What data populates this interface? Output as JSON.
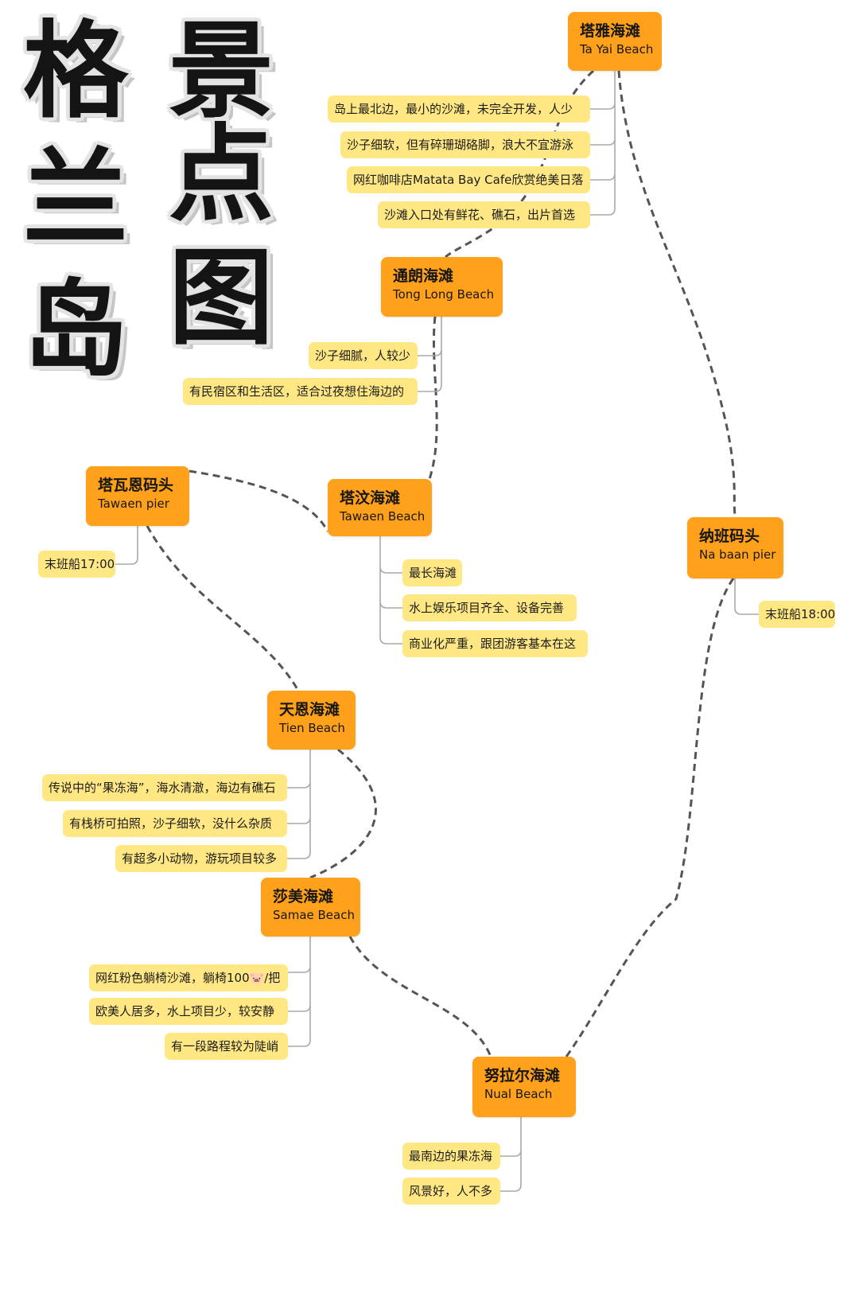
{
  "title": {
    "left_column": [
      "格",
      "兰",
      "岛"
    ],
    "right_column": [
      "景",
      "点",
      "图"
    ]
  },
  "colors": {
    "node": "#ffa11a",
    "note": "#ffe783",
    "path_line": "#555555",
    "branch_line": "#a9a9a9"
  },
  "nodes": {
    "tayai": {
      "cn": "塔雅海滩",
      "en": "Ta Yai Beach",
      "notes": [
        "岛上最北边，最小的沙滩，未完全开发，人少",
        "沙子细软，但有碎珊瑚硌脚，浪大不宜游泳",
        "网红咖啡店Matata Bay Cafe欣赏绝美日落",
        "沙滩入口处有鲜花、礁石，出片首选"
      ]
    },
    "tonglong": {
      "cn": "通朗海滩",
      "en": "Tong Long Beach",
      "notes": [
        "沙子细腻，人较少",
        "有民宿区和生活区，适合过夜想住海边的"
      ]
    },
    "tawaenpier": {
      "cn": "塔瓦恩码头",
      "en": "Tawaen pier",
      "notes": [
        "末班船17:00"
      ]
    },
    "tawaenbeach": {
      "cn": "塔汶海滩",
      "en": "Tawaen Beach",
      "notes": [
        "最长海滩",
        "水上娱乐项目齐全、设备完善",
        "商业化严重，跟团游客基本在这"
      ]
    },
    "nabaan": {
      "cn": "纳班码头",
      "en": "Na baan pier",
      "notes": [
        "末班船18:00"
      ]
    },
    "tien": {
      "cn": "天恩海滩",
      "en": "Tien Beach",
      "notes": [
        "传说中的“果冻海”，海水清澈，海边有礁石",
        "有栈桥可拍照，沙子细软，没什么杂质",
        "有超多小动物，游玩项目较多"
      ]
    },
    "samae": {
      "cn": "莎美海滩",
      "en": "Samae Beach",
      "notes": [
        "网红粉色躺椅沙滩，躺椅100🐷/把",
        "欧美人居多，水上项目少，较安静",
        "有一段路程较为陡峭"
      ]
    },
    "nual": {
      "cn": "努拉尔海滩",
      "en": "Nual Beach",
      "notes": [
        "最南边的果冻海",
        "风景好，人不多"
      ]
    }
  }
}
